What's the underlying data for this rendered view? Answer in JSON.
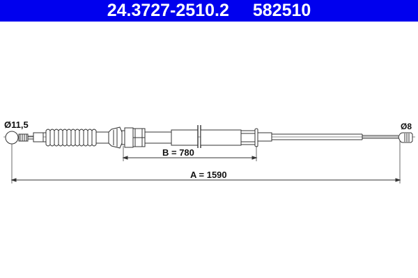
{
  "header": {
    "part_number": "24.3727-2510.2",
    "reference_number": "582510",
    "background_color": "#0000ee",
    "text_color": "#ffffff"
  },
  "drawing": {
    "type": "parking brake cable technical drawing",
    "left_end": {
      "label": "Ø11,5",
      "shape": "ball-nipple"
    },
    "right_end": {
      "label": "Ø8",
      "shape": "barrel-nipple"
    },
    "dimensions": {
      "B": {
        "label": "B = 780",
        "value": 780
      },
      "A": {
        "label": "A = 1590",
        "value": 1590
      }
    },
    "line_color": "#222222"
  }
}
